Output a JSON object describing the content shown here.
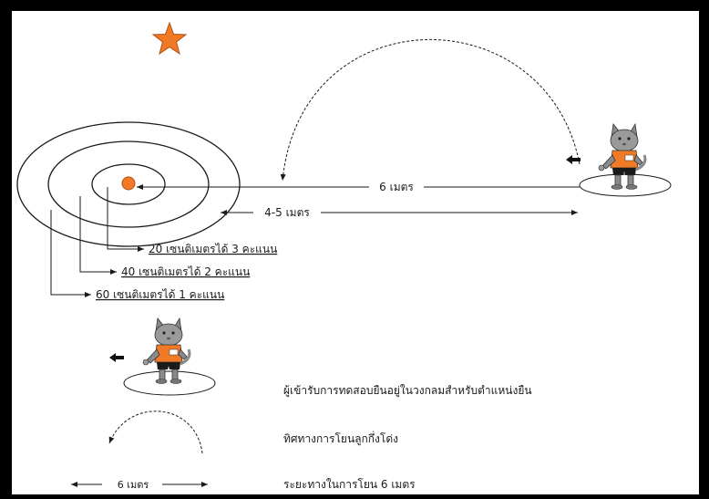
{
  "colors": {
    "frame": "#000000",
    "paper": "#ffffff",
    "star": "#f07a25",
    "ball": "#f07a25",
    "shirt": "#f07a25",
    "cat": "#8a8a8a",
    "line": "#1a1a1a"
  },
  "icons": [
    "star-icon",
    "cat-thrower-icon",
    "arrow-left-icon"
  ],
  "target": {
    "rings": [
      {
        "label": "20 เซนติเมตรได้ 3 คะแนน"
      },
      {
        "label": "40 เซนติเมตรได้ 2 คะแนน"
      },
      {
        "label": "60 เซนติเมตรได้ 1 คะแนน"
      }
    ]
  },
  "distances": {
    "throw_distance": "6 เมตร",
    "landing_range": "4-5 เมตร"
  },
  "legend": {
    "stand_circle": "ผู้เข้ารับการทดสอบยืนอยู่ในวงกลมสำหรับตำแหน่งยืน",
    "arc_direction": "ทิศทางการโยนลูกกึ่งโด่ง",
    "distance_label": "6 เมตร",
    "distance_desc": "ระยะทางในการโยน 6 เมตร"
  }
}
